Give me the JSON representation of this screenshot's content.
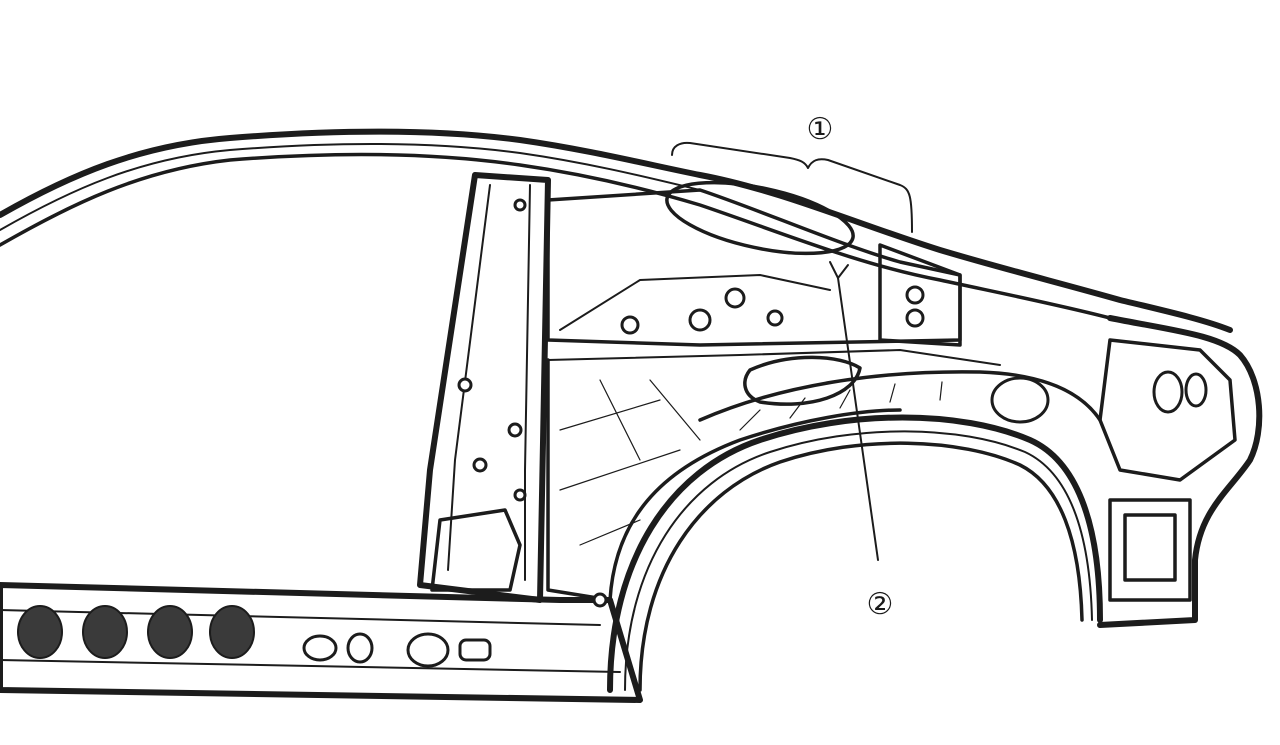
{
  "diagram": {
    "callouts": [
      {
        "id": "1",
        "text": "①"
      },
      {
        "id": "2",
        "text": "②"
      }
    ]
  }
}
